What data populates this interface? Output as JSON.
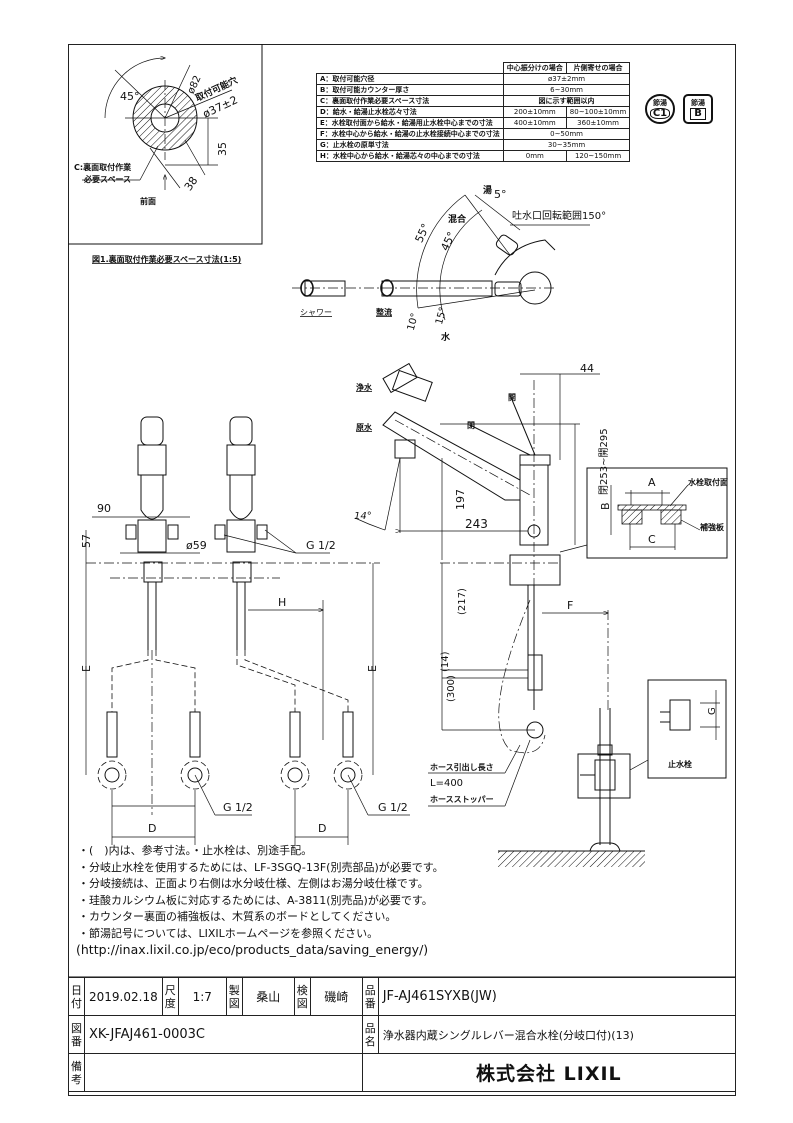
{
  "figure1": {
    "caption": "図1.裏面取付作業必要スペース寸法(1:5)",
    "angle": "45°",
    "outer_dia": "ø82",
    "hole_label": "取付可能穴",
    "hole_dia": "ø37±2",
    "dim_35": "35",
    "dim_38": "38",
    "space_label_1": "C:裏面取付作業",
    "space_label_2": "必要スペース",
    "front_label": "前面"
  },
  "spec_table": {
    "headers": [
      "",
      "中心振分けの場合",
      "片側寄せの場合"
    ],
    "rows": [
      {
        "label": "A：取付可能穴径",
        "center": "ø37±2mm",
        "side": null
      },
      {
        "label": "B：取付可能カウンター厚さ",
        "center": "6~30mm",
        "side": null
      },
      {
        "label": "C：裏面取付作業必要スペース寸法",
        "center": "図に示す範囲以内",
        "side": null
      },
      {
        "label": "D：給水・給湯止水栓芯々寸法",
        "center": "200±10mm",
        "side": "80~100±10mm"
      },
      {
        "label": "E：水栓取付面から給水・給湯用止水栓中心までの寸法",
        "center": "400±10mm",
        "side": "360±10mm"
      },
      {
        "label": "F：水栓中心から給水・給湯の止水栓接続中心までの寸法",
        "center": "0~50mm",
        "side": null
      },
      {
        "label": "G：止水栓の原単寸法",
        "center": "30~35mm",
        "side": null
      },
      {
        "label": "H：水栓中心から給水・給湯芯々の中心までの寸法",
        "center": "0mm",
        "side": "120~150mm"
      }
    ]
  },
  "badges": {
    "grade": {
      "top": "節湯",
      "bottom": "C1"
    },
    "saving": {
      "top": "節湯",
      "bottom": "B"
    }
  },
  "top_view": {
    "hot_angle": "5°",
    "hot": "湯",
    "mix": "混合",
    "angle_55": "55°",
    "angle_45": "45°",
    "angle_10": "10°",
    "angle_15": "15°",
    "cold": "水",
    "rotation": "吐水口回転範囲150°",
    "shower": "シャワー",
    "straight": "整流"
  },
  "side_view": {
    "purified": "浄水",
    "raw": "原水",
    "open": "開",
    "close": "閉",
    "dim_44": "44",
    "dim_height": "閉253~開295",
    "dim_197": "197",
    "dim_243": "243",
    "angle_14": "14°",
    "dim_217": "(217)",
    "dim_14": "(14)",
    "dim_300": "(300)",
    "dim_F": "F",
    "hose_length_label": "ホース引出し長さ",
    "hose_length": "L=400",
    "hose_stopper": "ホースストッパー",
    "stop_valve": "止水栓",
    "dim_G": "G"
  },
  "mount_detail": {
    "dim_A": "A",
    "dim_B": "B",
    "dim_C": "C",
    "mount_face": "水栓取付面",
    "reinforcement": "補強板"
  },
  "front_view": {
    "dim_90": "90",
    "dim_57": "57",
    "dim_59": "ø59",
    "thread_1": "G 1/2",
    "dim_H": "H",
    "dim_E": "E",
    "dim_D": "D",
    "thread_2": "G 1/2",
    "thread_3": "G 1/2"
  },
  "notes": [
    "・(　)内は、参考寸法。・止水栓は、別途手配。",
    "・分岐止水栓を使用するためには、LF-3SGQ-13F(別売部品)が必要です。",
    "・分岐接続は、正面より右側は水分岐仕様、左側はお湯分岐仕様です。",
    "・珪酸カルシウム板に対応するためには、A-3811(別売品)が必要です。",
    "・カウンター裏面の補強板は、木質系のボードとしてください。",
    "・節湯記号については、LIXILホームページを参照ください。"
  ],
  "notes_url": "(http://inax.lixil.co.jp/eco/products_data/saving_energy/)",
  "title_block": {
    "date_label": "日付",
    "date": "2019.02.18",
    "scale_label": "尺度",
    "scale": "1:7",
    "drawn_label": "製図",
    "drawn_by": "桑山",
    "checked_label": "検図",
    "checked_by": "磯崎",
    "product_no_label": "品番",
    "product_no": "JF-AJ461SYXB(JW)",
    "drawing_no_label": "図番",
    "drawing_no": "XK-JFAJ461-0003C",
    "product_name_label": "品名",
    "product_name": "浄水器内蔵シングルレバー混合水栓(分岐口付)(13)",
    "remarks_label": "備考",
    "company": "株式会社 LIXIL"
  }
}
